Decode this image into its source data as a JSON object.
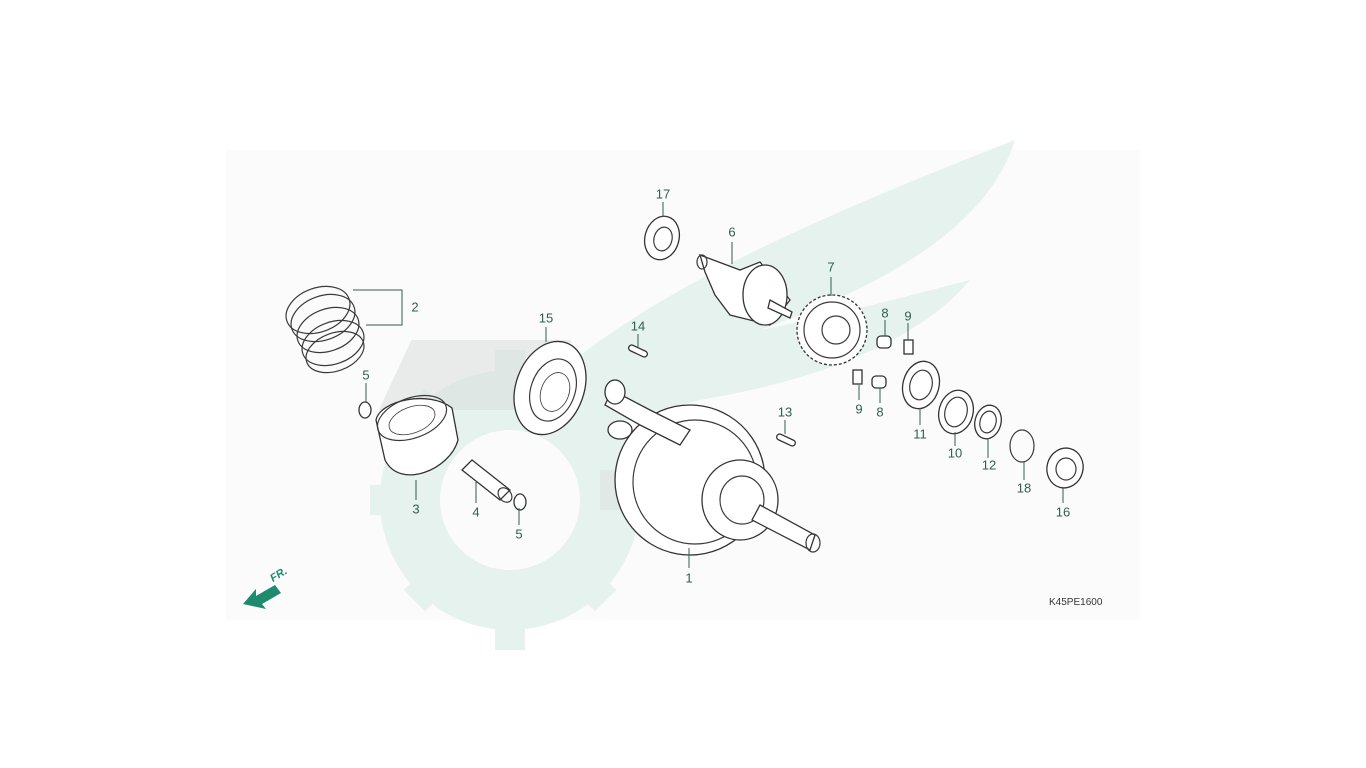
{
  "diagram": {
    "code": "K45PE1600",
    "direction_label": "FR.",
    "callouts": [
      "1",
      "2",
      "3",
      "4",
      "5",
      "5",
      "6",
      "7",
      "8",
      "8",
      "9",
      "9",
      "10",
      "11",
      "12",
      "13",
      "14",
      "15",
      "16",
      "17",
      "18"
    ]
  },
  "colors": {
    "watermark": "#e6f2ee",
    "callout_text": "#2f5f52",
    "arrow": "#1e8a6e"
  }
}
